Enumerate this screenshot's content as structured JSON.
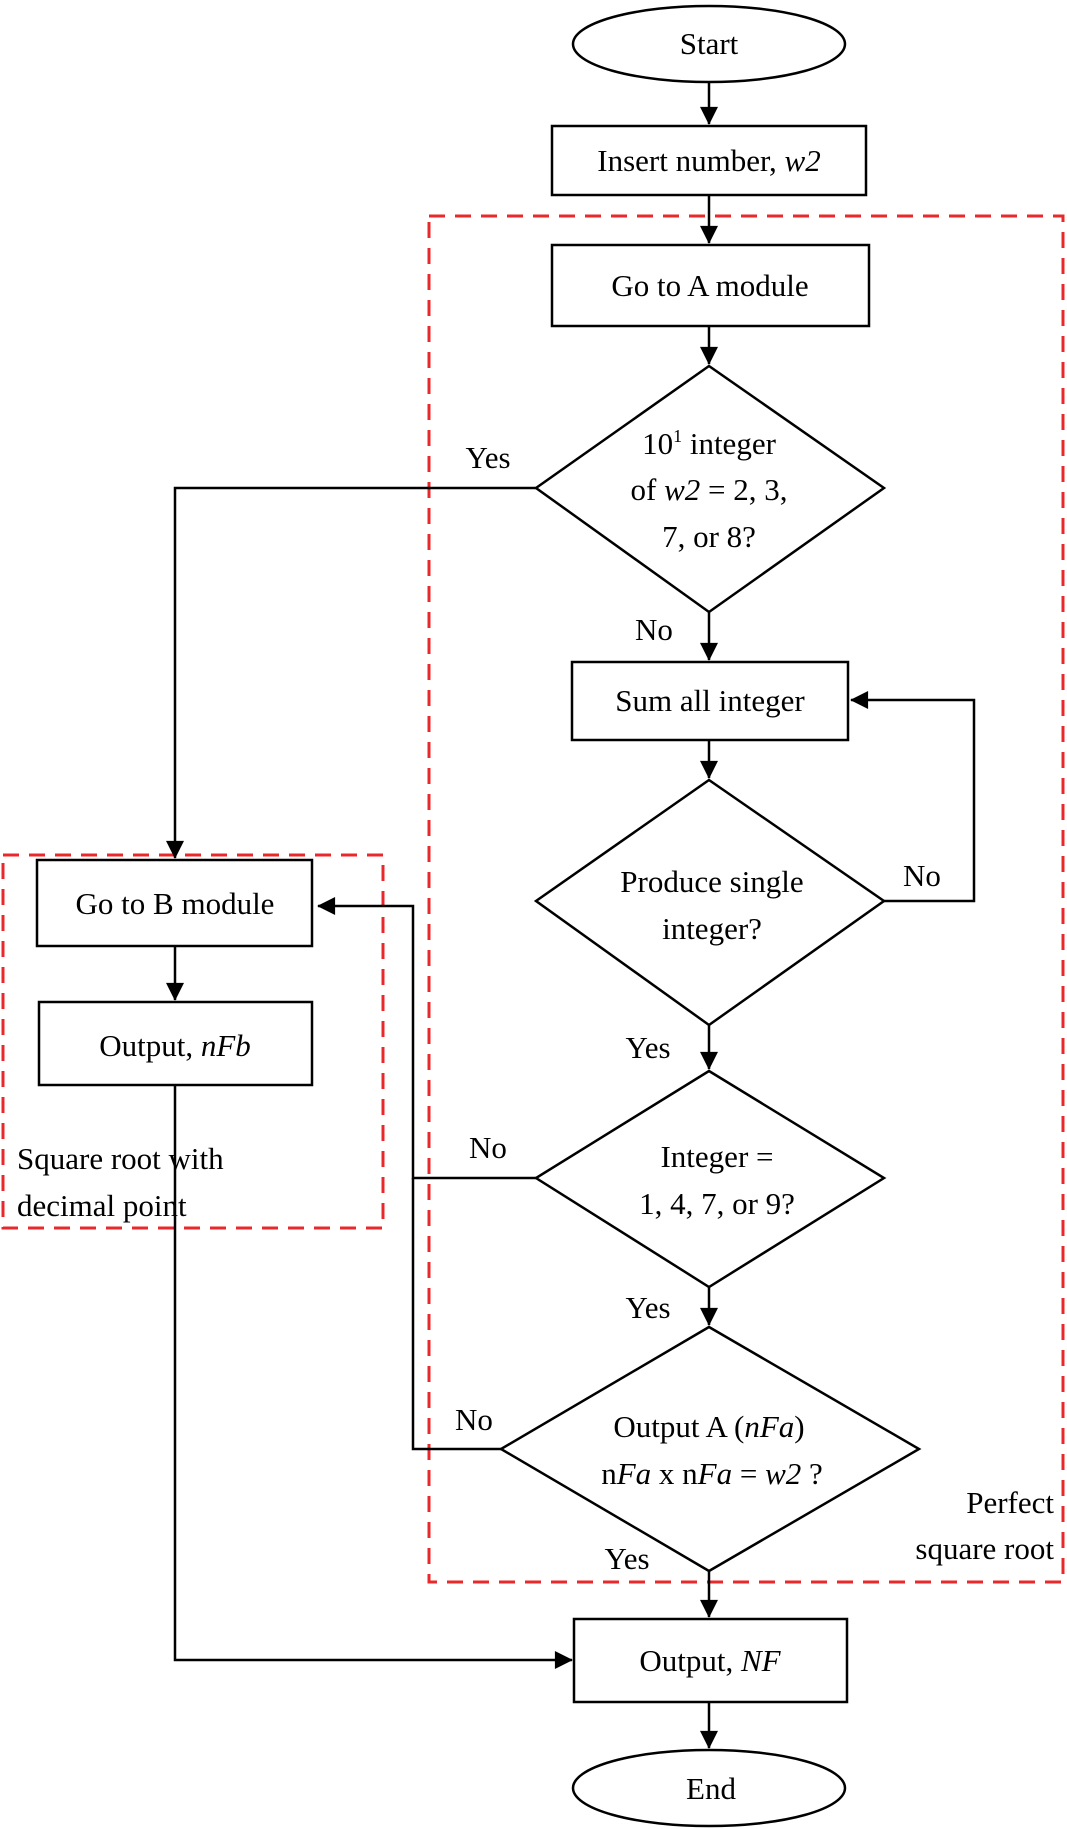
{
  "nodes": {
    "start": "Start",
    "insert": {
      "text": "Insert number, ",
      "var": "w2"
    },
    "go_a": "Go to A module",
    "decision1": {
      "line1_base": "10",
      "line1_sup": "1",
      "line1_rest": " integer",
      "line2_pre": "of ",
      "line2_var": "w2",
      "line2_post": " = 2, 3,",
      "line3": "7, or 8?"
    },
    "sum": "Sum all integer",
    "decision2": {
      "line1": "Produce single",
      "line2": "integer?"
    },
    "decision3": {
      "line1": "Integer =",
      "line2": "1, 4, 7, or 9?"
    },
    "decision4": {
      "line1_pre": "Output A (",
      "line1_var": "nFa",
      "line1_post": ")",
      "line2_a": "n",
      "line2_b": "Fa",
      "line2_c": " x n",
      "line2_d": "Fa",
      "line2_e": " = ",
      "line2_f": "w2",
      "line2_g": " ?"
    },
    "go_b": "Go to B module",
    "output_b": {
      "text": "Output, ",
      "var": "nFb"
    },
    "output_nf": {
      "text": "Output, ",
      "var": "NF"
    },
    "end": "End"
  },
  "edge_labels": {
    "d1_yes": "Yes",
    "d1_no": "No",
    "d2_no": "No",
    "d2_yes": "Yes",
    "d3_no": "No",
    "d3_yes": "Yes",
    "d4_no": "No",
    "d4_yes": "Yes"
  },
  "regions": {
    "decimal": {
      "line1": "Square root with",
      "line2": "decimal point"
    },
    "perfect": {
      "line1": "Perfect",
      "line2": "square root"
    }
  },
  "colors": {
    "region_border": "#e8282b",
    "line": "#000000"
  }
}
